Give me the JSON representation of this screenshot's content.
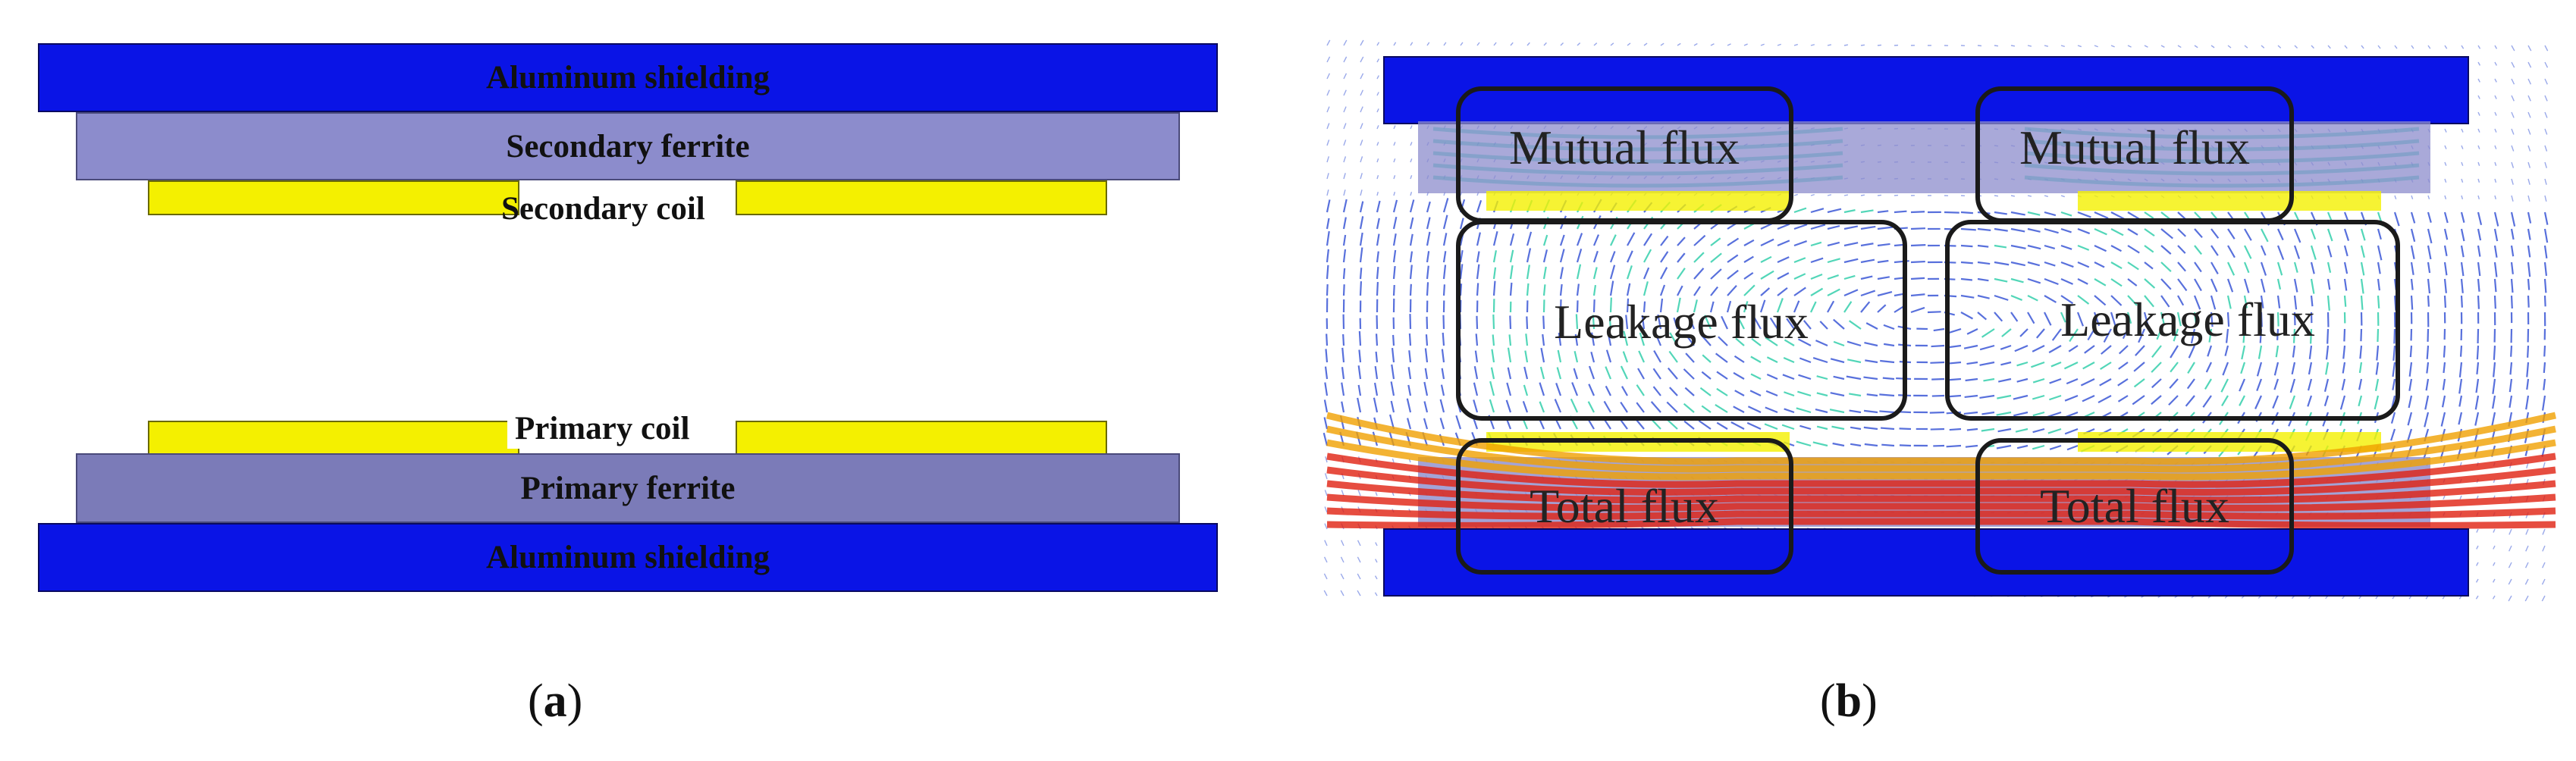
{
  "panel_a": {
    "top_shield": "Aluminum shielding",
    "secondary_ferrite": "Secondary ferrite",
    "secondary_coil": "Secondary coil",
    "primary_coil": "Primary coil",
    "primary_ferrite": "Primary ferrite",
    "bottom_shield": "Aluminum shielding",
    "caption_letter": "a"
  },
  "panel_b": {
    "mutual_left": "Mutual flux",
    "mutual_right": "Mutual flux",
    "leakage_left": "Leakage flux",
    "leakage_right": "Leakage flux",
    "total_left": "Total flux",
    "total_right": "Total flux",
    "caption_letter": "b"
  },
  "colors": {
    "aluminum": "#0a14e6",
    "ferrite": "#8c8ccc",
    "coil": "#f4f000",
    "flux_hot": "#e02010",
    "flux_warm": "#f0a000",
    "flux_cool": "#18c8a0",
    "flux_cold": "#2040d0"
  }
}
